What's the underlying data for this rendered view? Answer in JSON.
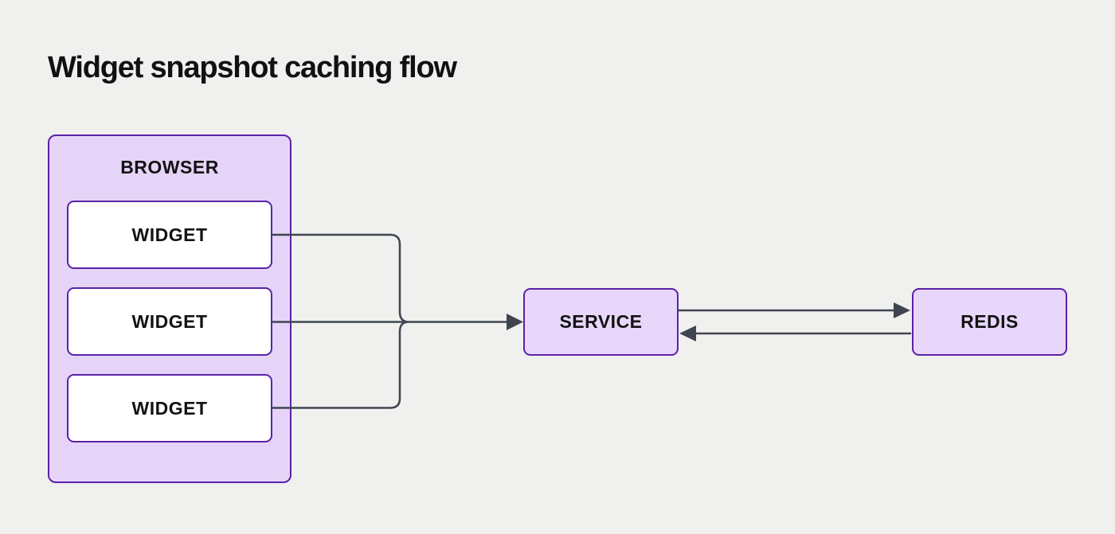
{
  "title": "Widget snapshot caching flow",
  "diagram": {
    "container": {
      "label": "BROWSER"
    },
    "widgets": [
      {
        "label": "WIDGET"
      },
      {
        "label": "WIDGET"
      },
      {
        "label": "WIDGET"
      }
    ],
    "service": {
      "label": "SERVICE"
    },
    "redis": {
      "label": "REDIS"
    },
    "edges": [
      {
        "from": "widget-1",
        "to": "service",
        "style": "merged-elbow",
        "arrowhead": "at-service"
      },
      {
        "from": "widget-2",
        "to": "service",
        "style": "merged-elbow",
        "arrowhead": "at-service"
      },
      {
        "from": "widget-3",
        "to": "service",
        "style": "merged-elbow",
        "arrowhead": "at-service"
      },
      {
        "from": "service",
        "to": "redis",
        "style": "straight",
        "arrowhead": "at-redis"
      },
      {
        "from": "redis",
        "to": "service",
        "style": "straight",
        "arrowhead": "at-service"
      }
    ],
    "colors": {
      "background": "#F0F0EE",
      "container_fill": "#E5D4F8",
      "node_fill": "#E8D7FA",
      "widget_fill": "#FFFFFF",
      "border": "#5A22A8",
      "connector": "#3F4550",
      "text": "#131313",
      "title_text": "#111111"
    }
  }
}
